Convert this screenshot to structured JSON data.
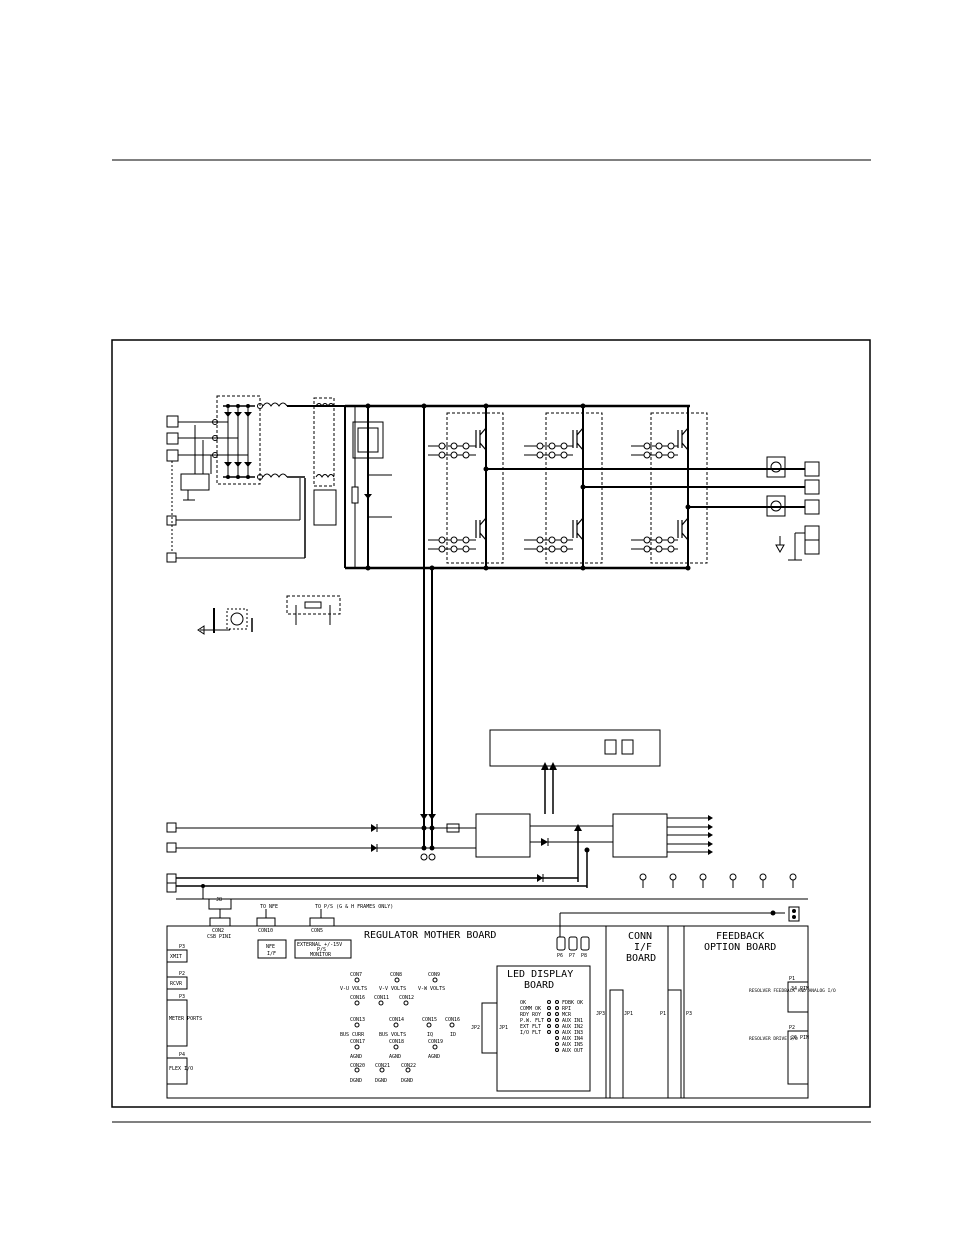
{
  "mother_board": {
    "title": "REGULATOR MOTHER BOARD",
    "csb_con": "CON2",
    "csb_label": "CSB PINI",
    "csb_pin": "J8",
    "nfe_con": "CON10",
    "nfe_top": "TO NFE",
    "nfe_box1": "NFE",
    "nfe_box2": "I/F",
    "ps_con": "CON5",
    "ps_top": "TO P/S (G & H FRAMES ONLY)",
    "ps_box1": "EXTERNAL +/-15V",
    "ps_box2": "P/S",
    "ps_box3": "MONITOR",
    "ports": [
      {
        "id": "P3",
        "label": "XMIT"
      },
      {
        "id": "P2",
        "label": "RCVR"
      },
      {
        "id": "P3",
        "label": "METER PORTS"
      },
      {
        "id": "P4",
        "label": "FLEX I/O"
      }
    ],
    "test_points": [
      {
        "con": "CON7",
        "label": "V-U VOLTS"
      },
      {
        "con": "CON8",
        "label": "V-V VOLTS"
      },
      {
        "con": "CON9",
        "label": "V-W VOLTS"
      },
      {
        "con": "CON16",
        "label": ""
      },
      {
        "con": "CON11",
        "label": ""
      },
      {
        "con": "CON12",
        "label": ""
      },
      {
        "con": "CON13",
        "label": "BUS CURR"
      },
      {
        "con": "CON14",
        "label": "BUS VOLTS"
      },
      {
        "con": "CON15",
        "label": "IQ"
      },
      {
        "con": "CON16",
        "label": "ID"
      },
      {
        "con": "CON17",
        "label": "AGND"
      },
      {
        "con": "CON18",
        "label": "AGND"
      },
      {
        "con": "CON19",
        "label": "AGND"
      },
      {
        "con": "CON20",
        "label": "DGND"
      },
      {
        "con": "CON21",
        "label": "DGND"
      },
      {
        "con": "CON22",
        "label": "DGND"
      }
    ],
    "jumpers": [
      "P6",
      "P7",
      "P8"
    ]
  },
  "led_board": {
    "title1": "LED DISPLAY",
    "title2": "BOARD",
    "jp_left": "JP2",
    "jp_right": "JP3",
    "jp_inner": "JP1",
    "left_leds": [
      "OK",
      "COMM OK",
      "RDY ROY",
      "P.W. FLT",
      "EXT FLT",
      "I/O FLT"
    ],
    "right_leds": [
      "FDBK OK",
      "RPI",
      "MCR",
      "AUX IN1",
      "AUX IN2",
      "AUX IN3",
      "AUX IN4",
      "AUX IN5",
      "AUX OUT"
    ]
  },
  "conn_board": {
    "line1": "CONN",
    "line2": "I/F",
    "line3": "BOARD",
    "jp": "JP1",
    "p": "P1"
  },
  "feedback_board": {
    "line1": "FEEDBACK",
    "line2": "OPTION BOARD",
    "p_left": "P3",
    "p1": "P1",
    "p2": "P2",
    "p1_box": "34 PIN",
    "p2_box": "26 PIN",
    "resolver_fb": "RESOLVER FEEDBACK AND ANALOG I/O",
    "resolver_drive": "RESOLVER DRIVE I/O"
  }
}
